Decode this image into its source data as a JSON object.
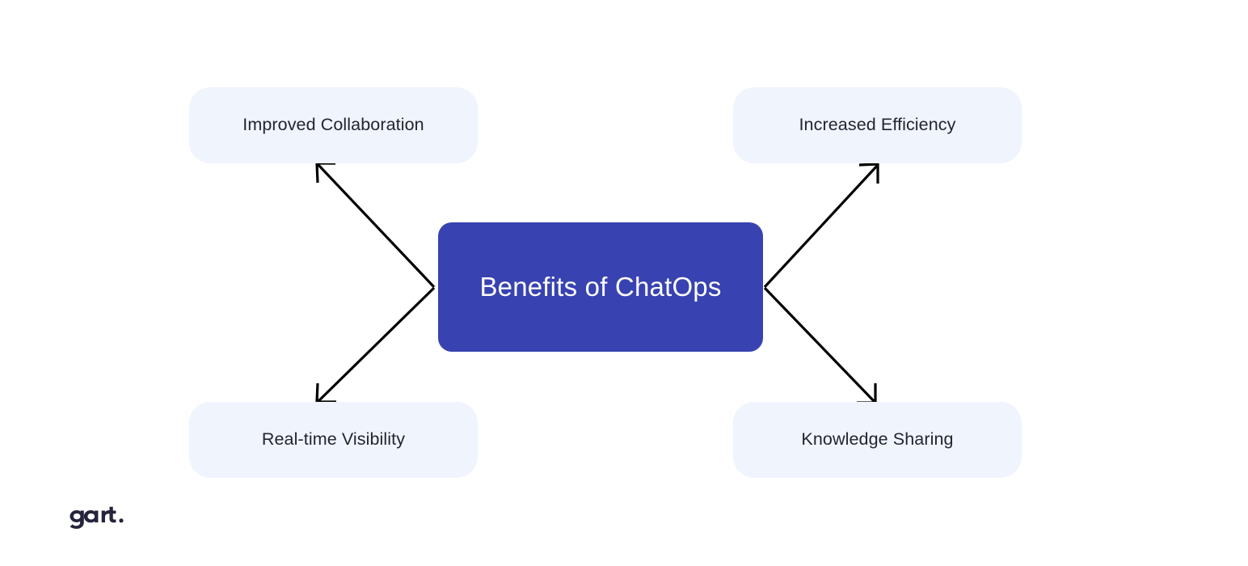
{
  "diagram": {
    "title": "Benefits of ChatOps",
    "type": "hub-and-spoke",
    "center": {
      "label": "Benefits of ChatOps",
      "fill": "#3842b0",
      "text_color": "#ffffff"
    },
    "nodes": [
      {
        "id": "improved-collaboration",
        "label": "Improved Collaboration",
        "position": "top-left",
        "fill": "#f0f4fd",
        "text_color": "#24242e"
      },
      {
        "id": "increased-efficiency",
        "label": "Increased Efficiency",
        "position": "top-right",
        "fill": "#f0f4fd",
        "text_color": "#24242e"
      },
      {
        "id": "real-time-visibility",
        "label": "Real-time Visibility",
        "position": "bottom-left",
        "fill": "#f0f4fd",
        "text_color": "#24242e"
      },
      {
        "id": "knowledge-sharing",
        "label": "Knowledge Sharing",
        "position": "bottom-right",
        "fill": "#f0f4fd",
        "text_color": "#24242e"
      }
    ],
    "connectors": [
      {
        "from": "center",
        "to": "improved-collaboration",
        "style": "open-arrow",
        "color": "#000000"
      },
      {
        "from": "center",
        "to": "increased-efficiency",
        "style": "open-arrow",
        "color": "#000000"
      },
      {
        "from": "center",
        "to": "real-time-visibility",
        "style": "open-arrow",
        "color": "#000000"
      },
      {
        "from": "center",
        "to": "knowledge-sharing",
        "style": "open-arrow",
        "color": "#000000"
      }
    ],
    "background": "#ffffff"
  },
  "branding": {
    "logo_text": "gart.",
    "logo_color": "#24243a"
  }
}
